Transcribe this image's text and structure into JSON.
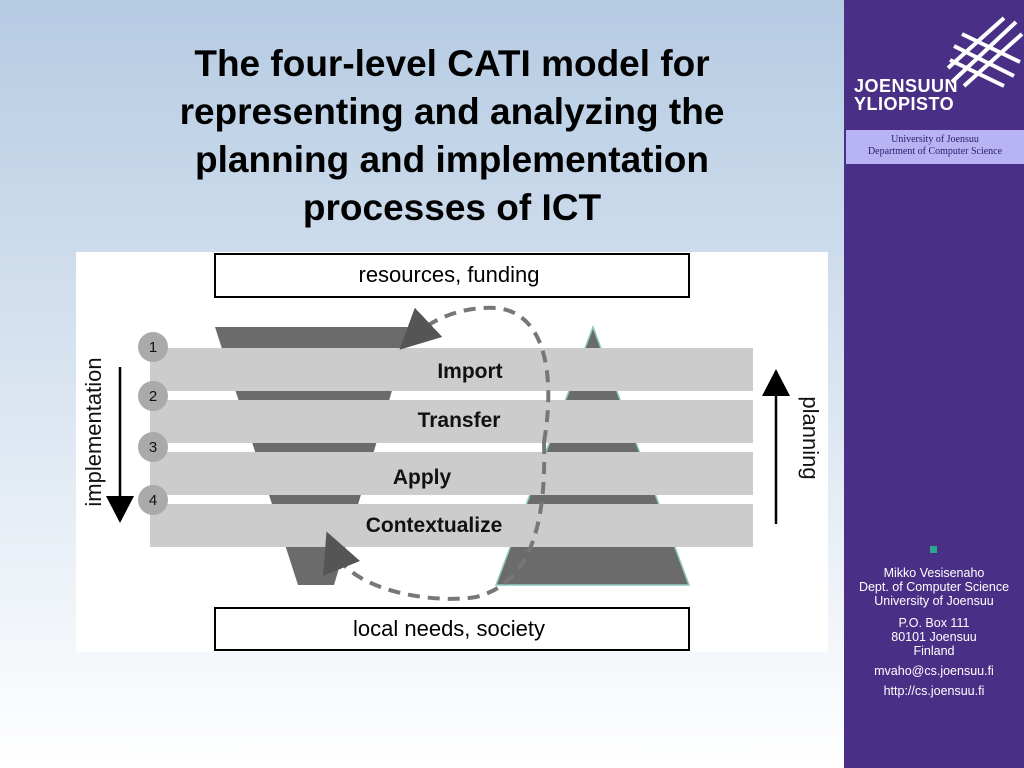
{
  "slide": {
    "title": "The four-level CATI model for representing and analyzing the planning and implementation processes of ICT"
  },
  "diagram": {
    "top_box": "resources, funding",
    "bottom_box": "local needs, society",
    "left_axis_label": "implementation",
    "right_axis_label": "planning",
    "levels": [
      {
        "number": "1",
        "label": "Import"
      },
      {
        "number": "2",
        "label": "Transfer"
      },
      {
        "number": "3",
        "label": "Apply"
      },
      {
        "number": "4",
        "label": "Contextualize"
      }
    ]
  },
  "sidebar": {
    "logo_line1": "JOENSUUN",
    "logo_line2": "YLIOPISTO",
    "uni_line1": "University of Joensuu",
    "uni_line2": "Department of Computer Science",
    "contact": {
      "name": "Mikko Vesisenaho",
      "dept": "Dept. of Computer Science",
      "university": "University of Joensuu",
      "po_box": "P.O. Box 111",
      "postal": "80101 Joensuu",
      "country": "Finland",
      "email": "mvaho@cs.joensuu.fi",
      "web": "http://cs.joensuu.fi"
    }
  },
  "colors": {
    "sidebar": "#4a2f86",
    "uni_box": "#b8b3f3",
    "layer_band": "#cccccc",
    "funnel": "#6b6b6b",
    "bullet": "#2aa889"
  }
}
